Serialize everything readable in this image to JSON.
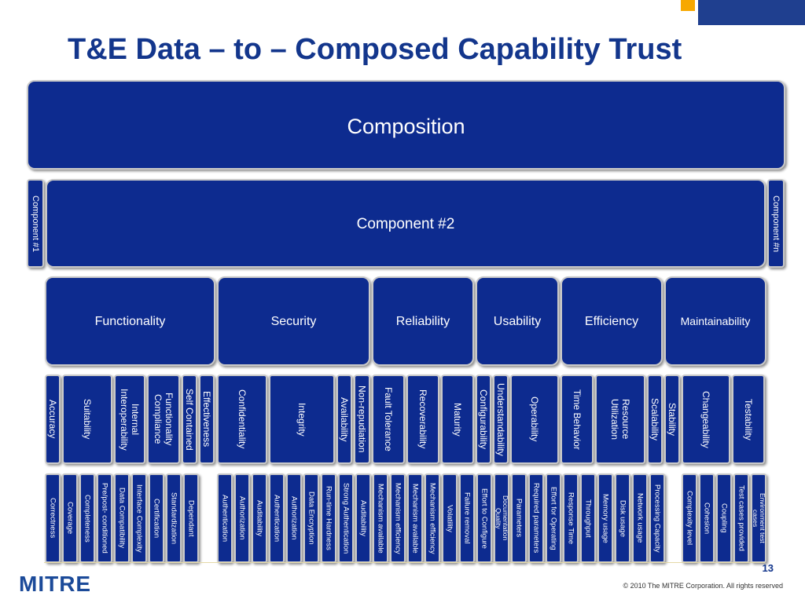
{
  "slide": {
    "title": "T&E Data – to – Composed Capability Trust",
    "page_number": "13",
    "copyright": "© 2010 The MITRE Corporation. All rights reserved",
    "logo_text": "MITRE",
    "colors": {
      "box_fill": "#0d2b8f",
      "title": "#13368c",
      "accent_yellow": "#f7a800",
      "accent_blue": "#1f3f8f"
    }
  },
  "composition": {
    "label": "Composition"
  },
  "components": {
    "first": "Component #1",
    "second": "Component #2",
    "last": "Component #n"
  },
  "categories": [
    {
      "label": "Functionality"
    },
    {
      "label": "Security"
    },
    {
      "label": "Reliability"
    },
    {
      "label": "Usability"
    },
    {
      "label": "Efficiency"
    },
    {
      "label": "Maintainability"
    }
  ],
  "subcharacteristics": [
    {
      "label": "Accuracy"
    },
    {
      "label": "Suitability"
    },
    {
      "label": "Internal\nInteroperability"
    },
    {
      "label": "Functionality\nCompliance"
    },
    {
      "label": "Self Contained"
    },
    {
      "label": "Effectiveness"
    },
    {
      "label": "Confidentiality"
    },
    {
      "label": "Integrity"
    },
    {
      "label": "Availability"
    },
    {
      "label": "Non-repudiation"
    },
    {
      "label": "Fault Tolerance"
    },
    {
      "label": "Recoverability"
    },
    {
      "label": "Maturity"
    },
    {
      "label": "Configurability"
    },
    {
      "label": "Understandability"
    },
    {
      "label": "Operability"
    },
    {
      "label": "Time Behavior"
    },
    {
      "label": "Resource\nUtilization"
    },
    {
      "label": "Scalability"
    },
    {
      "label": "Stability"
    },
    {
      "label": "Changeability"
    },
    {
      "label": "Testability"
    }
  ],
  "metrics": [
    {
      "label": "Correctness"
    },
    {
      "label": "Coverage"
    },
    {
      "label": "Completeness"
    },
    {
      "label": "Pre/post- conditioned"
    },
    {
      "label": "Data Compatibility"
    },
    {
      "label": "Interface Complexity"
    },
    {
      "label": "Certification"
    },
    {
      "label": "Standardization"
    },
    {
      "label": "Dependant"
    },
    {
      "label": "Authentication"
    },
    {
      "label": "Authorization"
    },
    {
      "label": "Auditability"
    },
    {
      "label": "Authentication"
    },
    {
      "label": "Authorization"
    },
    {
      "label": "Data Encryption"
    },
    {
      "label": "Run-time Hardness"
    },
    {
      "label": "Strong Authentication"
    },
    {
      "label": "Auditability"
    },
    {
      "label": "Mechanism available"
    },
    {
      "label": "Mechanism efficiency"
    },
    {
      "label": "Mechanism available"
    },
    {
      "label": "Mechanism efficiency"
    },
    {
      "label": "Volatility"
    },
    {
      "label": "Failure removal"
    },
    {
      "label": "Effort to Configure"
    },
    {
      "label": "Documentation\nQuality"
    },
    {
      "label": "Parameters"
    },
    {
      "label": "Required parameters"
    },
    {
      "label": "Effort for Operating"
    },
    {
      "label": "Response Time"
    },
    {
      "label": "Throughput"
    },
    {
      "label": "Memory usage"
    },
    {
      "label": "Disk usage"
    },
    {
      "label": "Network usage"
    },
    {
      "label": "Processing Capacity"
    },
    {
      "label": "Complexity level"
    },
    {
      "label": "Cohesion"
    },
    {
      "label": "Coupling"
    },
    {
      "label": "Test cases provided"
    },
    {
      "label": "Environment test\ncases"
    }
  ]
}
